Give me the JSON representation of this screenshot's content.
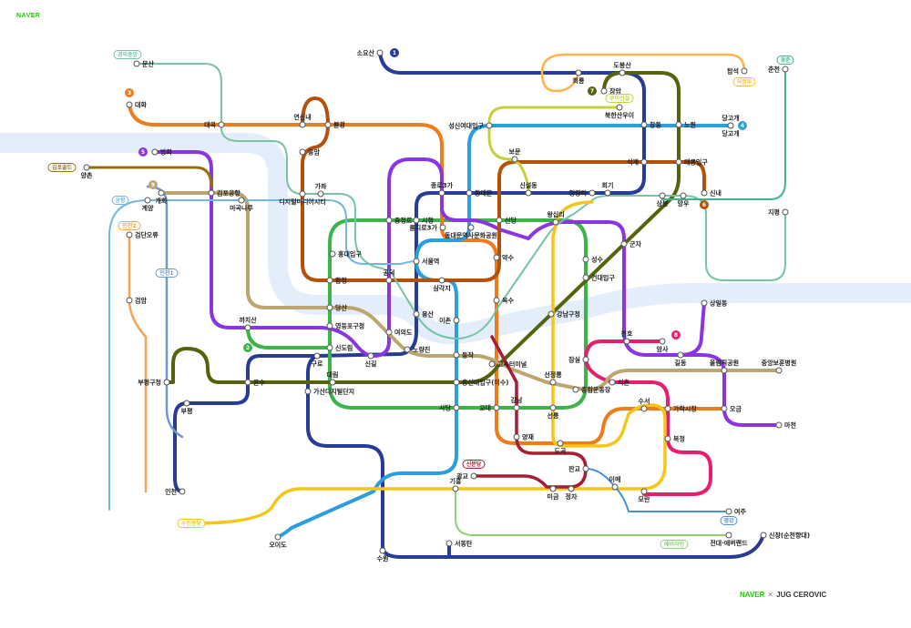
{
  "brand": {
    "logo": "NAVER",
    "credit_left": "NAVER",
    "credit_sep": "✕",
    "credit_right": "JUG CEROVIC"
  },
  "colors": {
    "river": "#e4eefa",
    "marker_fill": "#ffffff",
    "marker_stroke": "#555555"
  },
  "lines": [
    {
      "name": "1",
      "color": "#263c96"
    },
    {
      "name": "2",
      "color": "#3cb44a"
    },
    {
      "name": "3",
      "color": "#ef7c1c"
    },
    {
      "name": "4",
      "color": "#2c9ede"
    },
    {
      "name": "5",
      "color": "#8936e0"
    },
    {
      "name": "6",
      "color": "#b5500b"
    },
    {
      "name": "7",
      "color": "#54640d"
    },
    {
      "name": "8",
      "color": "#e51e6e"
    },
    {
      "name": "9",
      "color": "#bda570"
    },
    {
      "name": "공항",
      "color": "#73b6e4"
    },
    {
      "name": "경의중앙",
      "color": "#77c4a3"
    },
    {
      "name": "경춘",
      "color": "#3eb495"
    },
    {
      "name": "수인분당",
      "color": "#f5c518"
    },
    {
      "name": "신분당",
      "color": "#a71e31"
    },
    {
      "name": "우이신설",
      "color": "#c6d13a"
    },
    {
      "name": "김포골드",
      "color": "#96710a"
    },
    {
      "name": "인천1",
      "color": "#6f99d0"
    },
    {
      "name": "인천2",
      "color": "#f5a251"
    },
    {
      "name": "경강",
      "color": "#4a8fe0"
    },
    {
      "name": "에버라인",
      "color": "#8fcf7a"
    },
    {
      "name": "의정부",
      "color": "#fdb44b"
    }
  ],
  "stations": [
    {
      "name": "소요산"
    },
    {
      "name": "도봉산"
    },
    {
      "name": "회룡"
    },
    {
      "name": "장암"
    },
    {
      "name": "창동"
    },
    {
      "name": "노원"
    },
    {
      "name": "당고개"
    },
    {
      "name": "성신여대입구"
    },
    {
      "name": "석계"
    },
    {
      "name": "태릉입구"
    },
    {
      "name": "신내"
    },
    {
      "name": "청량리"
    },
    {
      "name": "회기"
    },
    {
      "name": "상봉"
    },
    {
      "name": "망우"
    },
    {
      "name": "보문"
    },
    {
      "name": "신설동"
    },
    {
      "name": "동대문"
    },
    {
      "name": "종로3가"
    },
    {
      "name": "시청"
    },
    {
      "name": "충정로"
    },
    {
      "name": "을지로3가"
    },
    {
      "name": "동대문역사문화공원"
    },
    {
      "name": "신당"
    },
    {
      "name": "왕십리"
    },
    {
      "name": "서울역"
    },
    {
      "name": "공덕"
    },
    {
      "name": "삼각지"
    },
    {
      "name": "약수"
    },
    {
      "name": "합정"
    },
    {
      "name": "홍대입구"
    },
    {
      "name": "당산"
    },
    {
      "name": "영등포구청"
    },
    {
      "name": "여의도"
    },
    {
      "name": "신길"
    },
    {
      "name": "노량진"
    },
    {
      "name": "용산"
    },
    {
      "name": "이촌"
    },
    {
      "name": "동작"
    },
    {
      "name": "옥수"
    },
    {
      "name": "신도림"
    },
    {
      "name": "구로"
    },
    {
      "name": "대림"
    },
    {
      "name": "가산디지털단지"
    },
    {
      "name": "고속터미널"
    },
    {
      "name": "총신대입구(이수)"
    },
    {
      "name": "사당"
    },
    {
      "name": "교대"
    },
    {
      "name": "강남"
    },
    {
      "name": "선릉"
    },
    {
      "name": "선정릉"
    },
    {
      "name": "종합운동장"
    },
    {
      "name": "잠실"
    },
    {
      "name": "성수"
    },
    {
      "name": "건대입구"
    },
    {
      "name": "강남구청"
    },
    {
      "name": "군자"
    },
    {
      "name": "천호"
    },
    {
      "name": "암사"
    },
    {
      "name": "길동"
    },
    {
      "name": "상일동"
    },
    {
      "name": "올림픽공원"
    },
    {
      "name": "중앙보훈병원"
    },
    {
      "name": "석촌"
    },
    {
      "name": "가락시장"
    },
    {
      "name": "오금"
    },
    {
      "name": "마천"
    },
    {
      "name": "수서"
    },
    {
      "name": "도곡"
    },
    {
      "name": "양재"
    },
    {
      "name": "판교"
    },
    {
      "name": "정자"
    },
    {
      "name": "미금"
    },
    {
      "name": "모란"
    },
    {
      "name": "복정"
    },
    {
      "name": "이매"
    },
    {
      "name": "여주"
    },
    {
      "name": "기흥"
    },
    {
      "name": "광교"
    },
    {
      "name": "전대·에버랜드"
    },
    {
      "name": "신창(순천향대)"
    },
    {
      "name": "서동탄"
    },
    {
      "name": "수원"
    },
    {
      "name": "인천"
    },
    {
      "name": "부평"
    },
    {
      "name": "온수"
    },
    {
      "name": "부평구청"
    },
    {
      "name": "까치산"
    },
    {
      "name": "김포공항"
    },
    {
      "name": "개화"
    },
    {
      "name": "방화"
    },
    {
      "name": "마곡나루"
    },
    {
      "name": "계양"
    },
    {
      "name": "검암"
    },
    {
      "name": "검단오류"
    },
    {
      "name": "디지털미디어시티"
    },
    {
      "name": "가좌"
    },
    {
      "name": "응암"
    },
    {
      "name": "연신내"
    },
    {
      "name": "불광"
    },
    {
      "name": "대곡"
    },
    {
      "name": "대화"
    },
    {
      "name": "문산"
    },
    {
      "name": "북한산우이"
    },
    {
      "name": "춘천"
    },
    {
      "name": "지평"
    },
    {
      "name": "탑석"
    },
    {
      "name": "오이도"
    },
    {
      "name": "양촌"
    },
    {
      "name": "당고개"
    }
  ]
}
